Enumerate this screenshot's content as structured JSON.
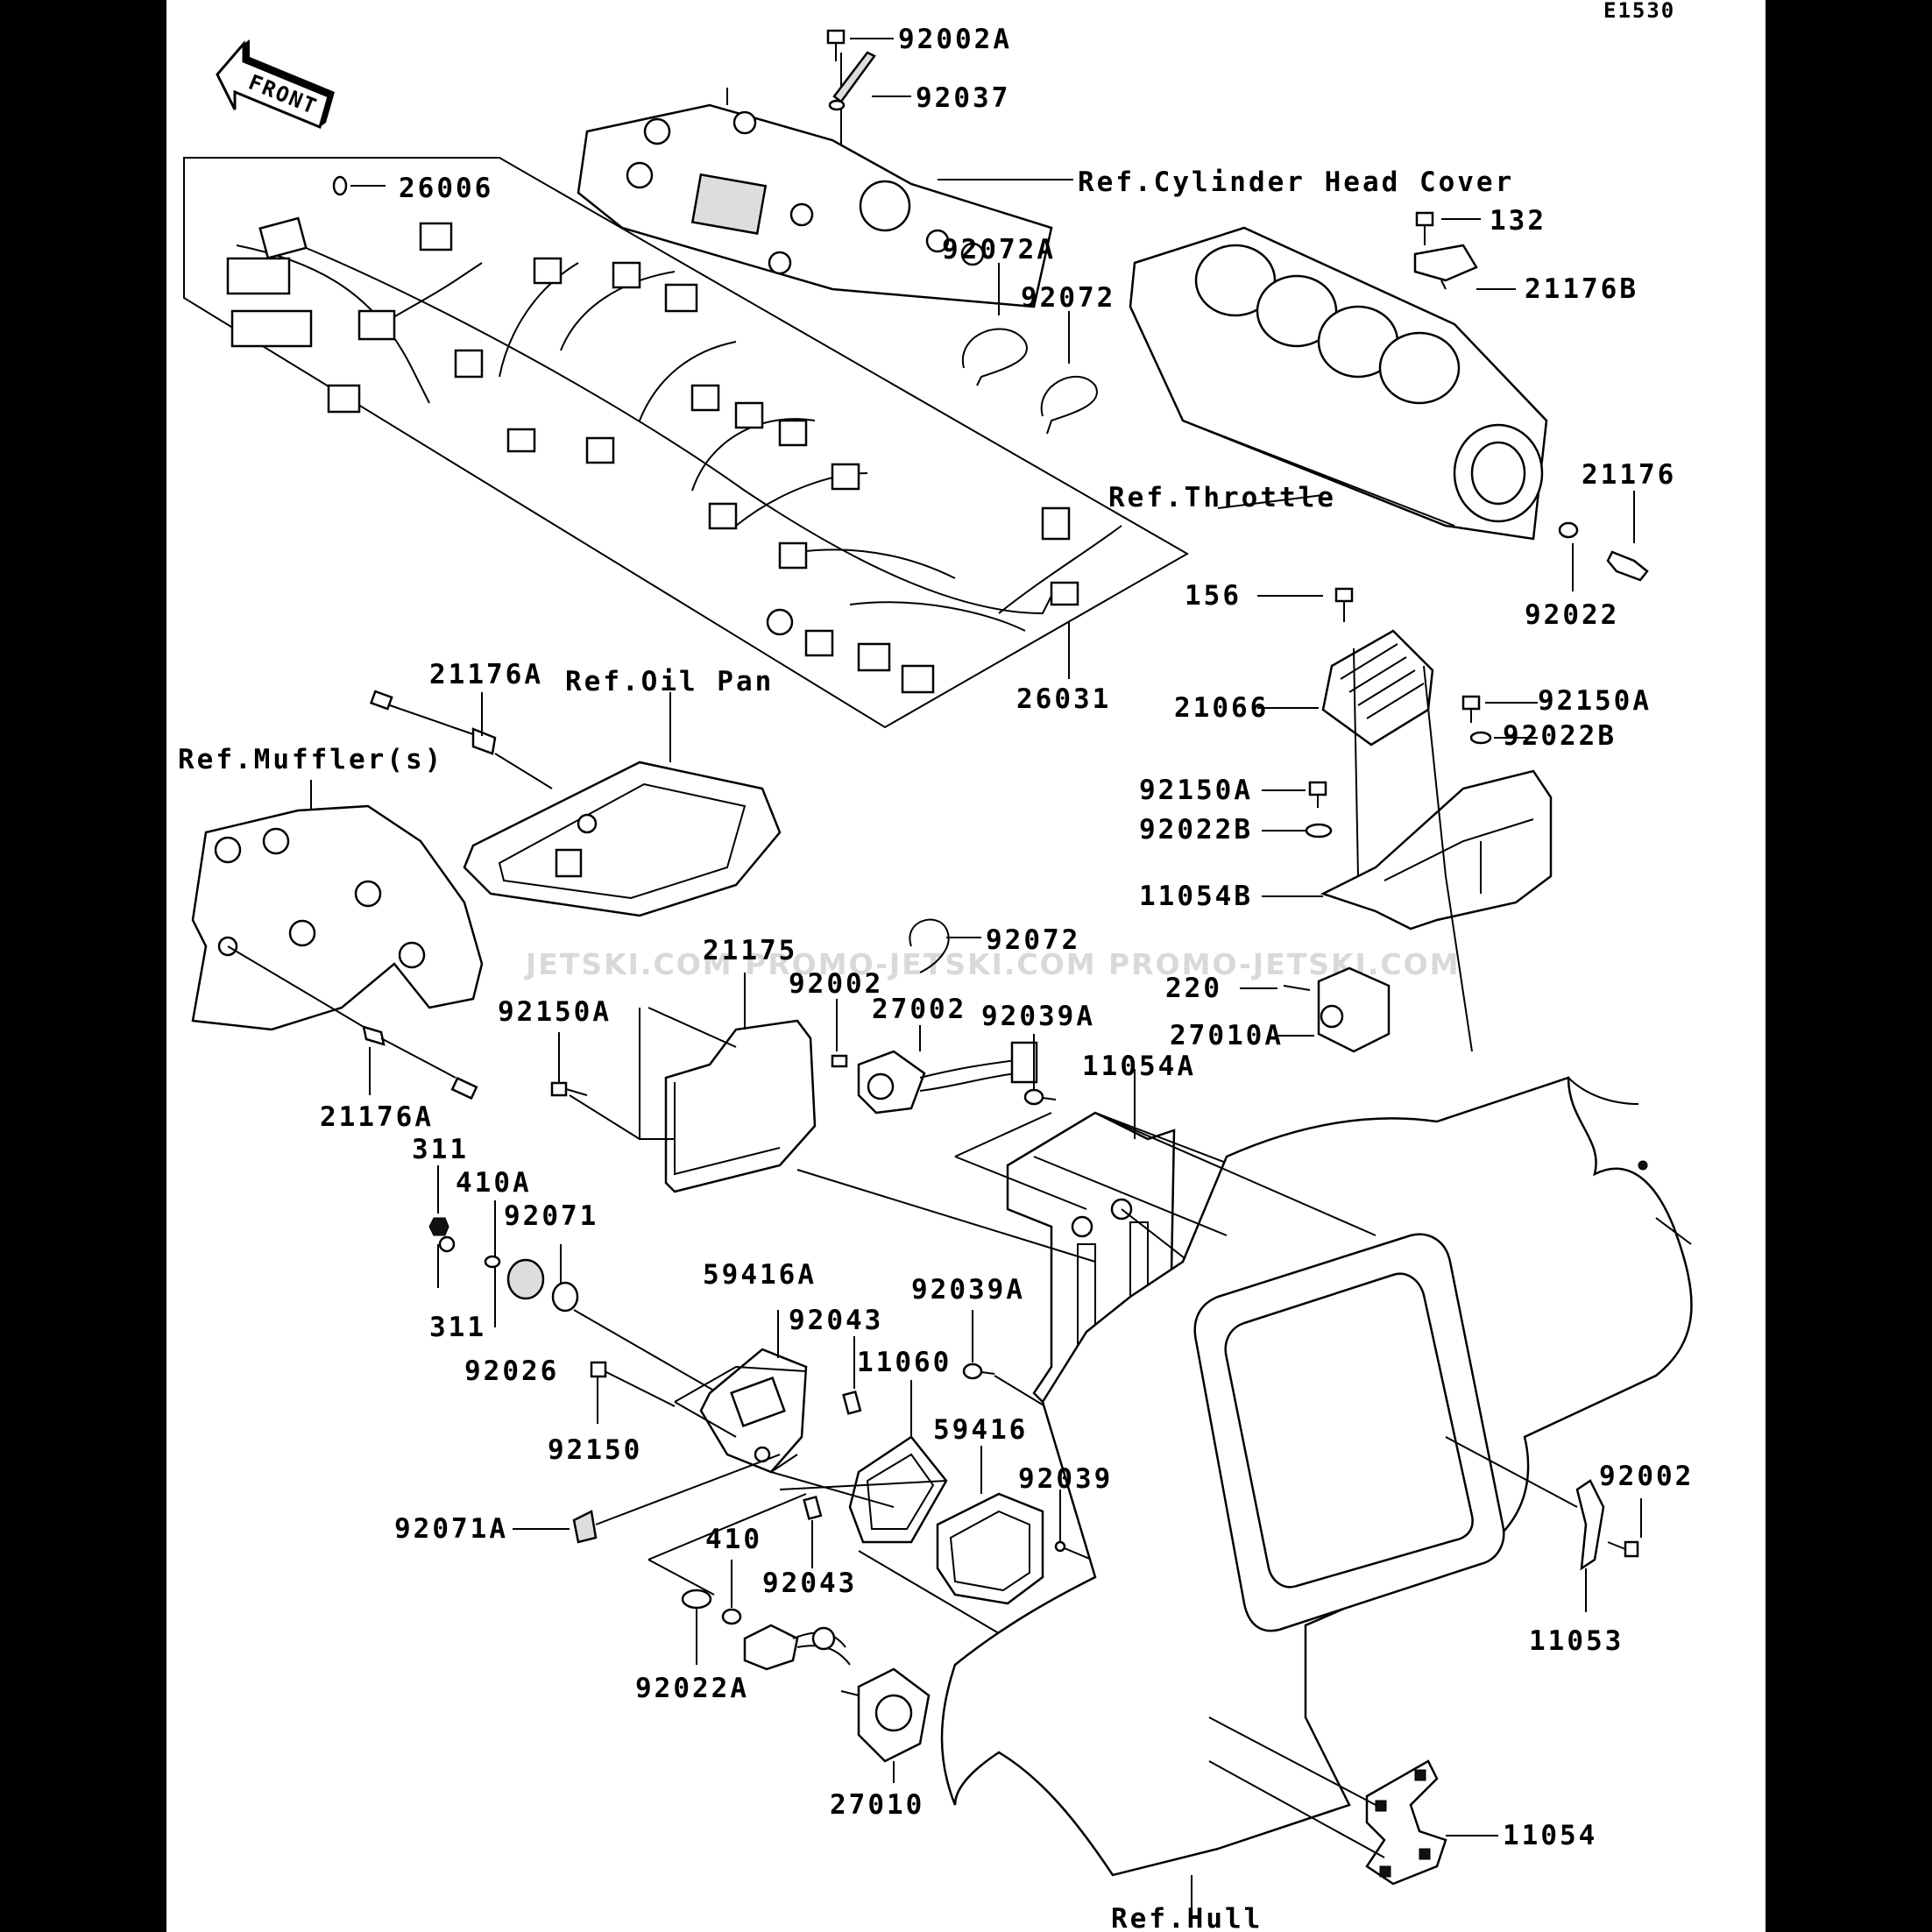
{
  "diagram_code": "E1530",
  "front_arrow_label": "FRONT",
  "watermark": "JETSKI.COM  PROMO-JETSKI.COM  PROMO-JETSKI.COM",
  "references": {
    "cylinder_head_cover": "Ref.Cylinder Head Cover",
    "throttle": "Ref.Throttle",
    "oil_pan": "Ref.Oil Pan",
    "mufflers": "Ref.Muffler(s)",
    "hull": "Ref.Hull"
  },
  "part_numbers": {
    "p92002A": "92002A",
    "p92037": "92037",
    "p26006": "26006",
    "p92072A": "92072A",
    "p92072_top": "92072",
    "p132": "132",
    "p21176B": "21176B",
    "p21176": "21176",
    "p92022": "92022",
    "p156": "156",
    "p21066": "21066",
    "p92150A_right": "92150A",
    "p92022B_right": "92022B",
    "p92150A_mid": "92150A",
    "p92022B_mid": "92022B",
    "p11054B": "11054B",
    "p26031": "26031",
    "p21176A_top": "21176A",
    "p21176A_bottom": "21176A",
    "p21175": "21175",
    "p92072_mid": "92072",
    "p92002_mid": "92002",
    "p27002": "27002",
    "p92039A_top": "92039A",
    "p220": "220",
    "p27010A": "27010A",
    "p92150A_left": "92150A",
    "p11054A": "11054A",
    "p311_top": "311",
    "p410A": "410A",
    "p92071": "92071",
    "p311_bottom": "311",
    "p92026": "92026",
    "p59416A": "59416A",
    "p92043_top": "92043",
    "p11060": "11060",
    "p92039A_mid": "92039A",
    "p92150": "92150",
    "p59416": "59416",
    "p92039": "92039",
    "p92071A": "92071A",
    "p410": "410",
    "p92043_bottom": "92043",
    "p92022A": "92022A",
    "p92002_right": "92002",
    "p11053": "11053",
    "p27010": "27010",
    "p11054": "11054"
  }
}
